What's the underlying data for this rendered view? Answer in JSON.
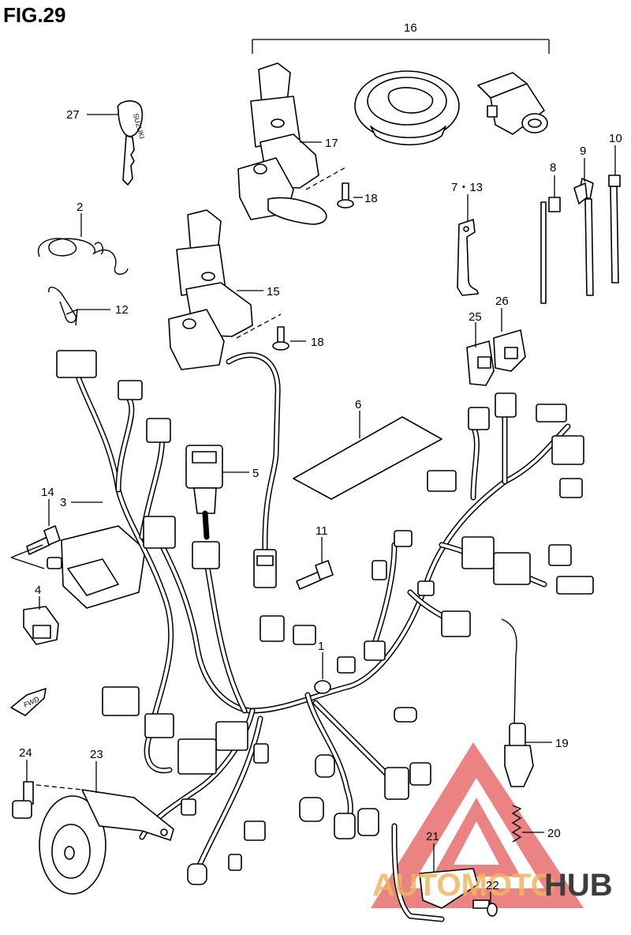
{
  "figure": {
    "title": "FIG.29"
  },
  "callouts": {
    "c1": "1",
    "c2": "2",
    "c3": "3",
    "c4": "4",
    "c5": "5",
    "c6": "6",
    "c7_13": "7・13",
    "c8": "8",
    "c9": "9",
    "c10": "10",
    "c11": "11",
    "c12": "12",
    "c14": "14",
    "c15": "15",
    "c16": "16",
    "c17": "17",
    "c18a": "18",
    "c18b": "18",
    "c19": "19",
    "c20": "20",
    "c21": "21",
    "c22": "22",
    "c23": "23",
    "c24": "24",
    "c25": "25",
    "c26": "26",
    "c27": "27"
  },
  "labels": {
    "key_brand": "SUZUKI",
    "fwd": "FWD"
  },
  "watermark": {
    "part1": "AUTOMOTO",
    "part2": "HUB",
    "triangle_color": "#e23b3b",
    "text_color": "#f3b45f"
  },
  "icons": {
    "direction": "fwd-arrow-icon"
  }
}
